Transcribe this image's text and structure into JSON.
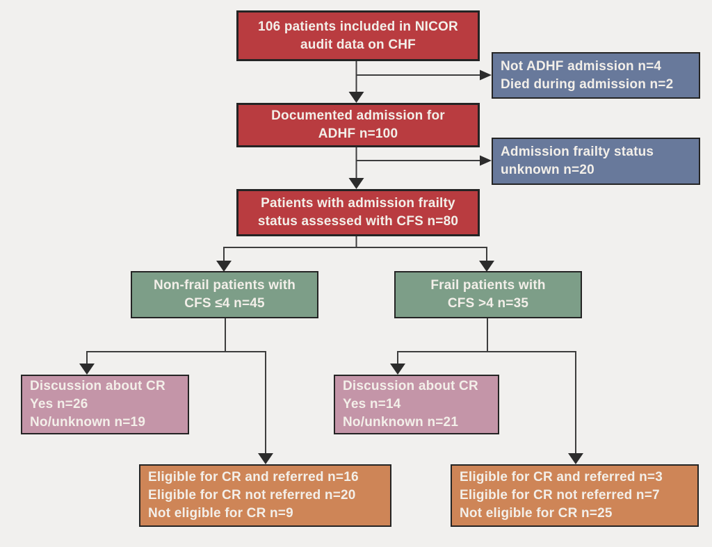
{
  "diagram": {
    "description": "Patient flow chart for NICOR CHF audit and cardiac rehabilitation (CR) eligibility by frailty status",
    "nodes": {
      "nicor": {
        "text": "106 patients included in NICOR\naudit data on CHF"
      },
      "excluded_admission": {
        "text": "Not ADHF admission n=4\nDied during admission n=2"
      },
      "adhf": {
        "text": "Documented admission for\nADHF n=100"
      },
      "frailty_unknown": {
        "text": "Admission frailty status\nunknown n=20"
      },
      "cfs_assessed": {
        "text": "Patients with admission frailty\nstatus assessed with CFS n=80"
      },
      "non_frail": {
        "text": "Non-frail patients with\nCFS ≤4 n=45"
      },
      "frail": {
        "text": "Frail patients with\nCFS >4 n=35"
      },
      "discussion_non_frail": {
        "text": "Discussion about CR\nYes n=26\nNo/unknown n=19"
      },
      "discussion_frail": {
        "text": "Discussion about CR\nYes n=14\nNo/unknown n=21"
      },
      "eligibility_non_frail": {
        "text": "Eligible for CR and referred n=16\nEligible for CR not referred n=20\nNot eligible for CR n=9"
      },
      "eligibility_frail": {
        "text": "Eligible for CR and referred n=3\nEligible for CR not referred n=7\nNot eligible for CR n=25"
      }
    },
    "colors": {
      "background": "#f1f0ee",
      "node_red": "#b93c40",
      "node_blue_gray": "#68799b",
      "node_green": "#7d9e88",
      "node_pink": "#c495a8",
      "node_orange": "#ce8557",
      "border": "#242424",
      "connector": "#3d3d3d",
      "text": "#f3efe9"
    }
  }
}
